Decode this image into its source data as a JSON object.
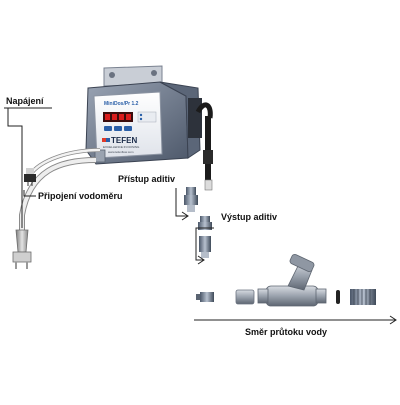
{
  "labels": {
    "power": "Napájení",
    "meter_connection": "Připojení vodoměru",
    "additive_inlet": "Přístup aditiv",
    "additive_outlet": "Výstup aditiv",
    "flow_direction": "Směr průtoku vody"
  },
  "device": {
    "model": "MiniDos/Pr 1.2",
    "brand": "TEFEN",
    "brand_tagline": "EXCELLENCE IN DOSING",
    "website": "www.tefenflow.com"
  },
  "colors": {
    "housing": "#6f7c90",
    "front_panel": "#eef0f4",
    "display_red": "#d81c1c",
    "accent_blue": "#2a5fa8",
    "pipe_black": "#1b1b1b",
    "line": "#222222"
  }
}
